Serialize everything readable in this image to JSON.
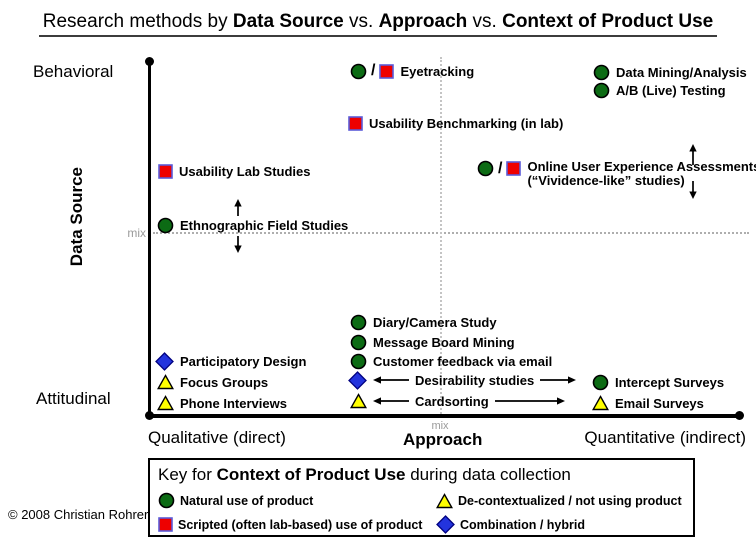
{
  "title": {
    "prefix": "Research methods by ",
    "bold_data_source": "Data Source",
    "vs1": " vs. ",
    "bold_approach": "Approach",
    "vs2": " vs. ",
    "bold_context": "Context of Product Use"
  },
  "axes": {
    "y_axis_label": "Data Source",
    "y_top": "Behavioral",
    "y_mid": "mix",
    "y_bottom": "Attitudinal",
    "x_left": "Qualitative (direct)",
    "x_mid": "mix",
    "x_axis_label": "Approach",
    "x_right": "Quantitative (indirect)"
  },
  "slash": "/",
  "points": {
    "eyetracking": {
      "label": "Eyetracking"
    },
    "data_mining": {
      "label": "Data Mining/Analysis"
    },
    "ab_testing": {
      "label": "A/B (Live) Testing"
    },
    "usability_benchmarking": {
      "label": "Usability Benchmarking (in lab)"
    },
    "usability_lab": {
      "label": "Usability Lab Studies"
    },
    "online_ux": {
      "label": "Online User Experience Assessments",
      "label2": "(“Vividence-like” studies)"
    },
    "ethnographic": {
      "label": "Ethnographic Field Studies"
    },
    "diary": {
      "label": "Diary/Camera Study"
    },
    "message_board": {
      "label": "Message Board Mining"
    },
    "customer_feedback": {
      "label": "Customer feedback via email"
    },
    "participatory": {
      "label": "Participatory Design"
    },
    "desirability": {
      "label": "Desirability studies"
    },
    "focus_groups": {
      "label": "Focus Groups"
    },
    "cardsorting": {
      "label": "Cardsorting"
    },
    "phone_interviews": {
      "label": "Phone Interviews"
    },
    "intercept": {
      "label": "Intercept Surveys"
    },
    "email_surveys": {
      "label": "Email Surveys"
    }
  },
  "legend": {
    "title_prefix": "Key for ",
    "title_bold": "Context of Product Use",
    "title_suffix": " during data collection",
    "items": {
      "natural": "Natural use of product",
      "decontextualized": "De-contextualized / not using product",
      "scripted": "Scripted (often lab-based) use of product",
      "combination": "Combination / hybrid"
    }
  },
  "copyright": "© 2008 Christian Rohrer",
  "colors": {
    "natural": "#0c6b14",
    "scripted": "#ee0000",
    "decontextualized": "#ffff00",
    "combination": "#2334dd"
  }
}
